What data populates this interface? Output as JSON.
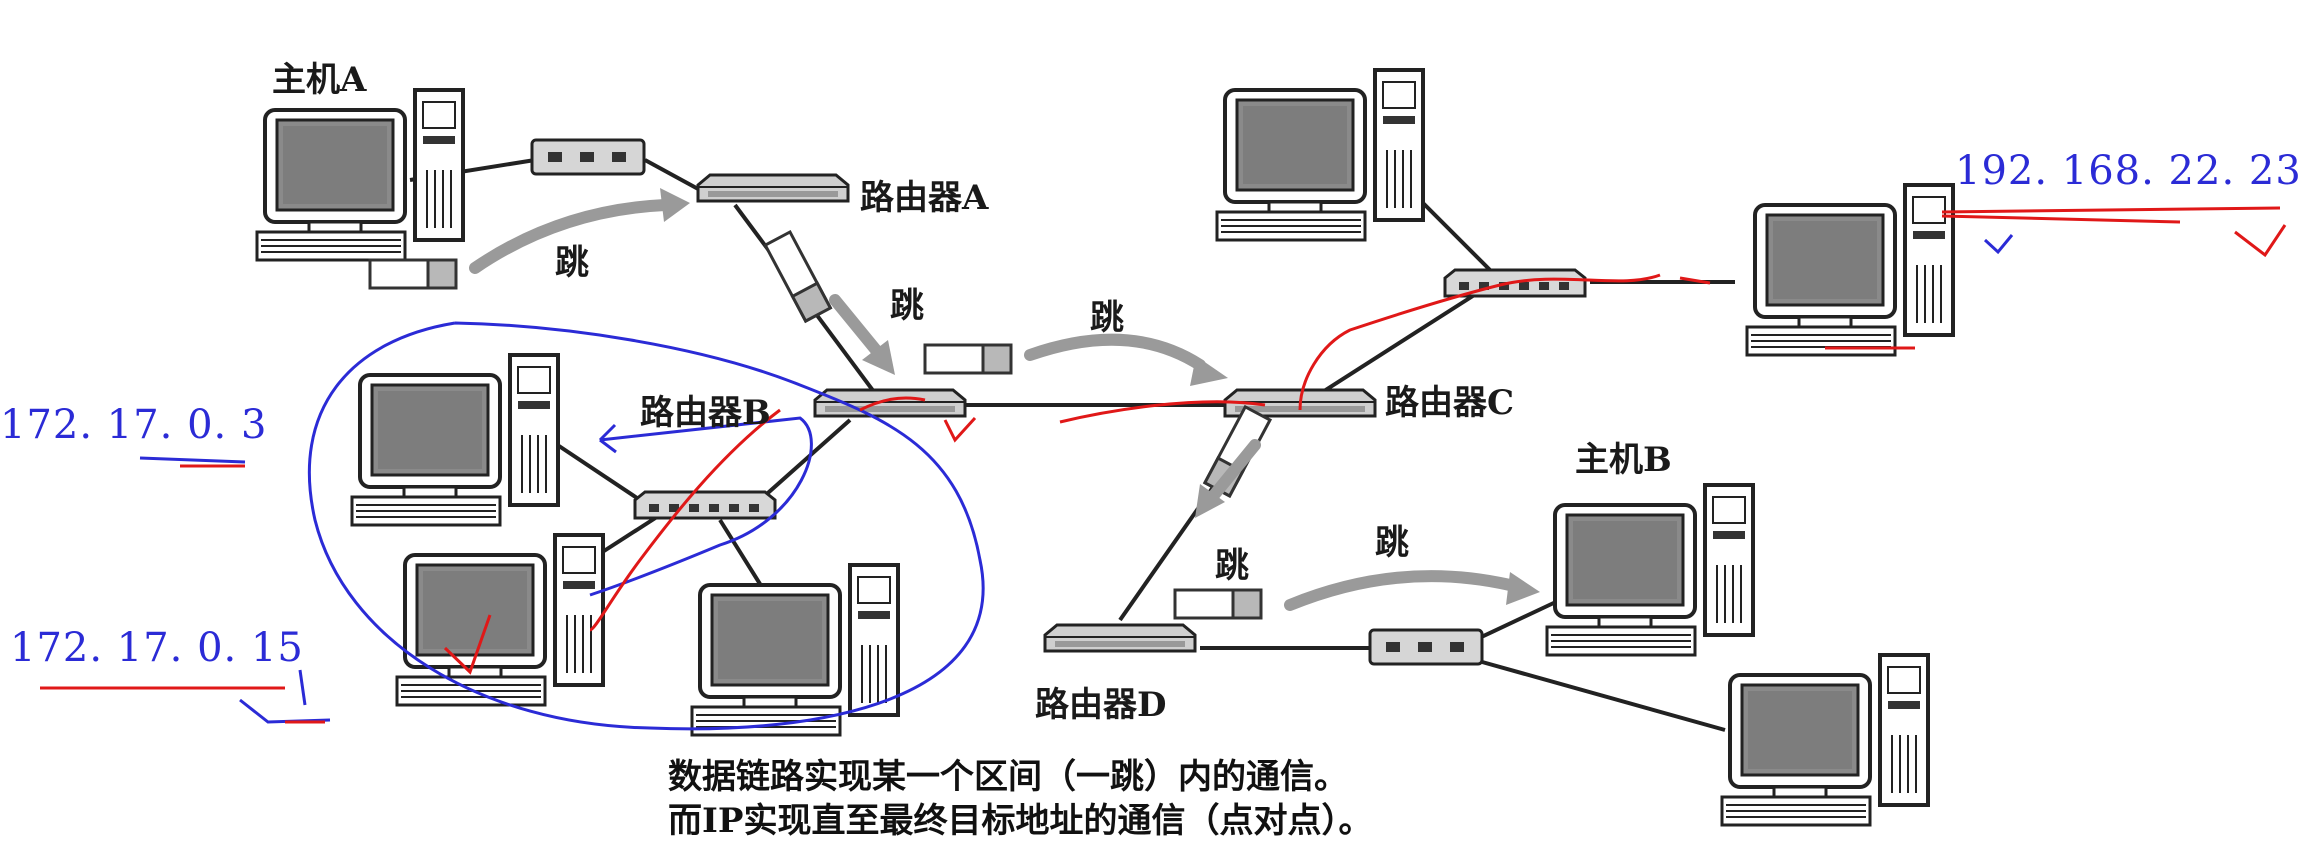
{
  "labels": {
    "host_a": "主机A",
    "host_b": "主机B",
    "router_a": "路由器A",
    "router_b": "路由器B",
    "router_c": "路由器C",
    "router_d": "路由器D",
    "hop": "跳"
  },
  "annotations": {
    "ip_top_right": "192. 168. 22. 23",
    "ip_left_1": "172. 17. 0. 3",
    "ip_left_2": "172. 17. 0. 15"
  },
  "caption": {
    "line1": "数据链路实现某一个区间（一跳）内的通信。",
    "line2": "而IP实现直至最终目标地址的通信（点对点）。"
  },
  "colors": {
    "ink": "#1a1a1a",
    "gray_arrow": "#9a9a9a",
    "blue_annotation": "#2b2bd6",
    "red_annotation": "#e01818"
  }
}
